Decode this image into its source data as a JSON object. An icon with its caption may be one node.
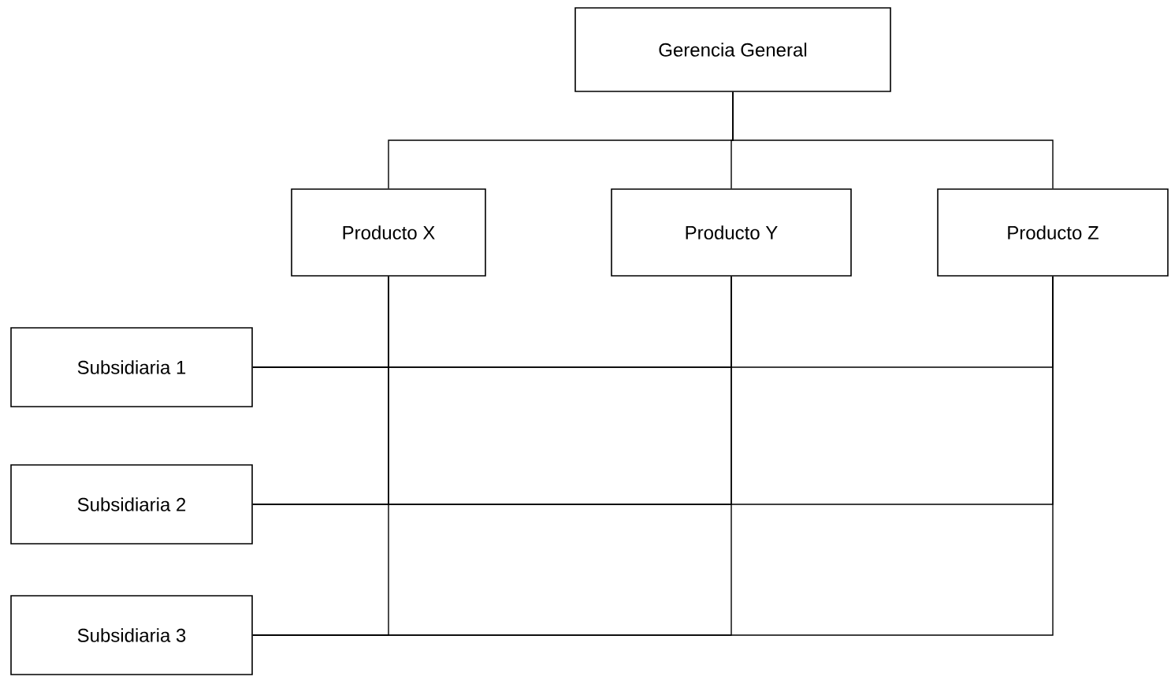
{
  "diagram": {
    "nodes": [
      {
        "text": [
          "Gerencia General"
        ]
      },
      {
        "text": [
          "Producto X"
        ]
      },
      {
        "text": [
          "Producto Y"
        ]
      },
      {
        "text": [
          "Producto Z"
        ]
      },
      {
        "text": [
          "Subsidiaria 1"
        ]
      },
      {
        "text": [
          "Subsidiaria 2"
        ]
      },
      {
        "text": [
          "Subsidiaria 3"
        ]
      }
    ],
    "edges": [
      {
        "from": 0,
        "to": 1,
        "arrow": "none"
      },
      {
        "from": 0,
        "to": 2,
        "arrow": "none"
      },
      {
        "from": 0,
        "to": 3,
        "arrow": "none"
      },
      {
        "from": 4,
        "to": 1,
        "arrow": "none"
      },
      {
        "from": 4,
        "to": 2,
        "arrow": "none"
      },
      {
        "from": 4,
        "to": 3,
        "arrow": "none"
      },
      {
        "from": 5,
        "to": 1,
        "arrow": "none"
      },
      {
        "from": 5,
        "to": 2,
        "arrow": "none"
      },
      {
        "from": 5,
        "to": 3,
        "arrow": "none"
      },
      {
        "from": 6,
        "to": 1,
        "arrow": "none"
      },
      {
        "from": 6,
        "to": 2,
        "arrow": "none"
      },
      {
        "from": 6,
        "to": 3,
        "arrow": "none"
      }
    ]
  }
}
